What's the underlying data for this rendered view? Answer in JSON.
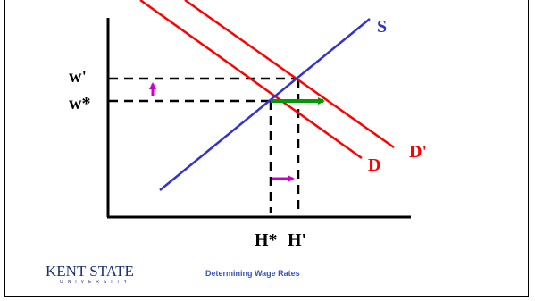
{
  "diagram": {
    "labels": {
      "supply": "S",
      "demand": "D",
      "demand_shifted": "D'",
      "wage_new": "w'",
      "wage_eq": "w*",
      "hours_eq": "H*",
      "hours_new": "H'"
    },
    "colors": {
      "supply": "#3333cc",
      "demand": "#ff0000",
      "shift_arrow": "#009900",
      "change_arrow": "#cc00cc",
      "axes": "#000000"
    }
  },
  "footer": {
    "title": "Determining Wage Rates",
    "logo_main": "KENT STATE",
    "logo_sub": "UNIVERSITY"
  }
}
